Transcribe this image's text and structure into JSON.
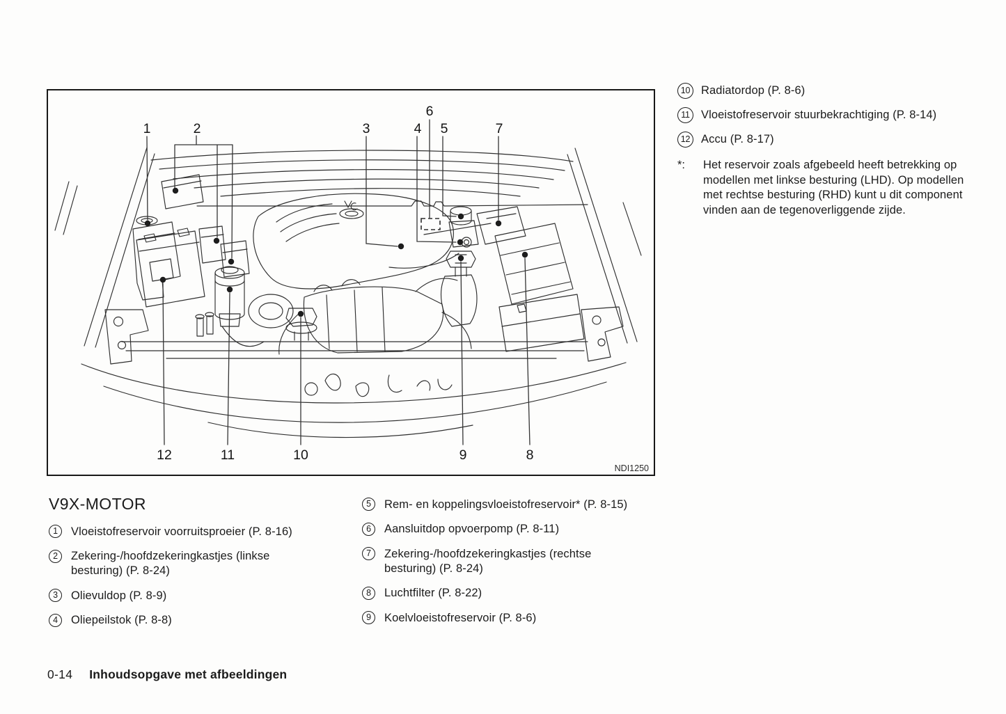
{
  "diagram": {
    "figure_code": "NDI1250",
    "nums": [
      "1",
      "2",
      "3",
      "4",
      "6",
      "5",
      "7",
      "12",
      "11",
      "10",
      "9",
      "8"
    ]
  },
  "right_column": {
    "items": [
      {
        "num": "10",
        "label": "Radiatordop (P. 8-6)"
      },
      {
        "num": "11",
        "label": "Vloeistofreservoir stuurbekrachtiging (P. 8-14)"
      },
      {
        "num": "12",
        "label": "Accu (P. 8-17)"
      }
    ],
    "footnote_marker": "*:",
    "footnote_text": "Het reservoir zoals afgebeeld heeft betrekking op modellen met linkse besturing (LHD). Op modellen met rechtse besturing (RHD) kunt u dit component vinden aan de tegenoverliggende zijde."
  },
  "legend": {
    "heading": "V9X-MOTOR",
    "col1": [
      {
        "num": "1",
        "label": "Vloeistofreservoir voorruitsproeier (P. 8-16)"
      },
      {
        "num": "2",
        "label": "Zekering-/hoofdzekeringkastjes (linkse besturing) (P. 8-24)"
      },
      {
        "num": "3",
        "label": "Olievuldop (P. 8-9)"
      },
      {
        "num": "4",
        "label": "Oliepeilstok (P. 8-8)"
      }
    ],
    "col2": [
      {
        "num": "5",
        "label": "Rem- en koppelingsvloeistofreservoir* (P. 8-15)"
      },
      {
        "num": "6",
        "label": "Aansluitdop opvoerpomp (P. 8-11)"
      },
      {
        "num": "7",
        "label": "Zekering-/hoofdzekeringkastjes (rechtse besturing) (P. 8-24)"
      },
      {
        "num": "8",
        "label": "Luchtfilter (P. 8-22)"
      },
      {
        "num": "9",
        "label": "Koelvloeistofreservoir (P. 8-6)"
      }
    ]
  },
  "footer": {
    "page_number": "0-14",
    "title": "Inhoudsopgave met afbeeldingen"
  }
}
